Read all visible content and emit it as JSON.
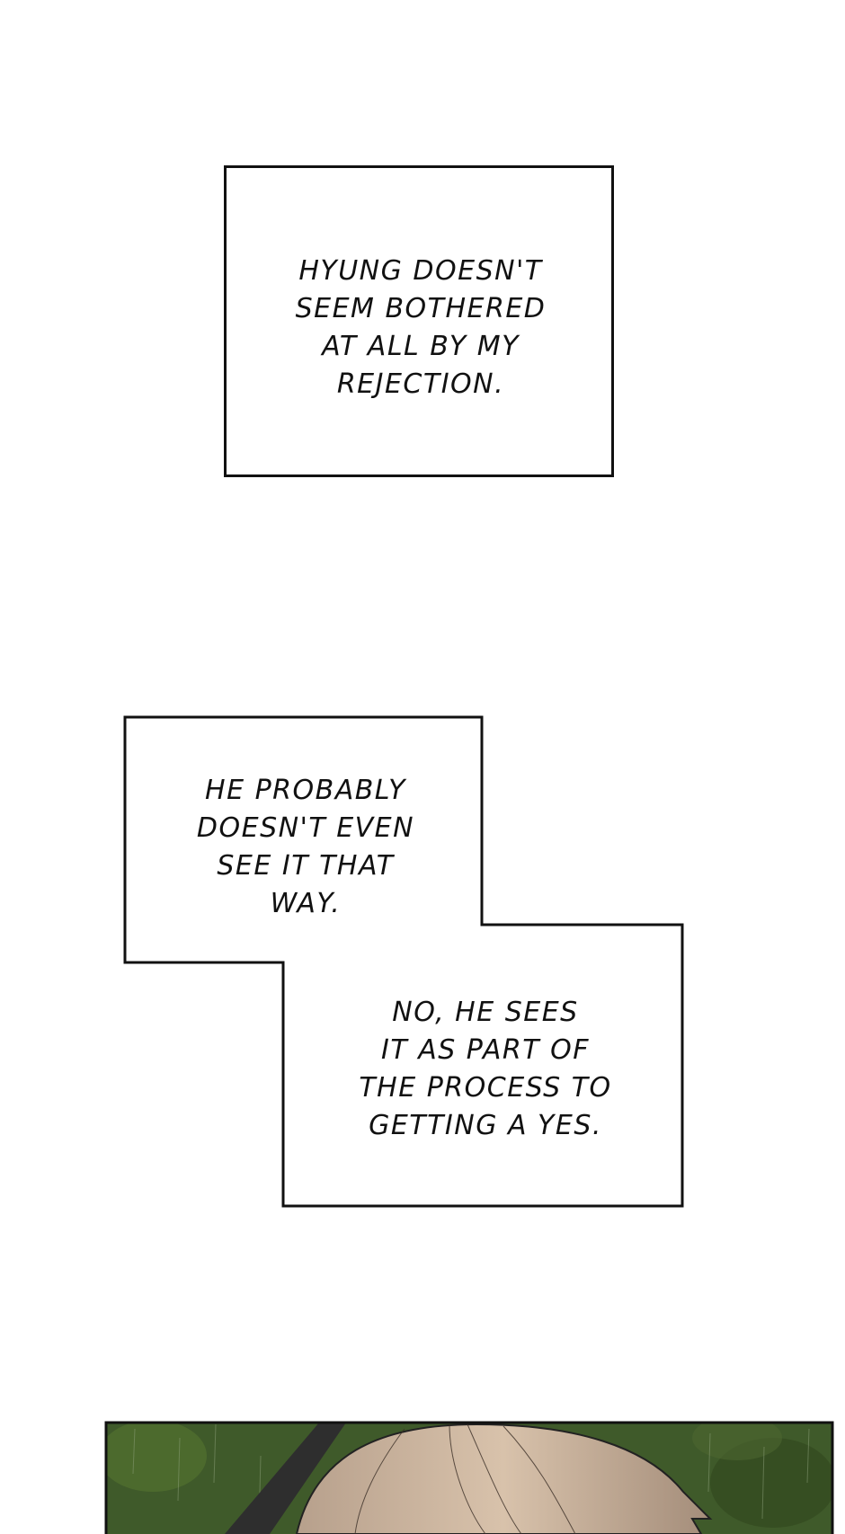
{
  "captions": {
    "first": [
      "HYUNG DOESN'T",
      "SEEM BOTHERED",
      "AT ALL BY MY",
      "REJECTION."
    ],
    "second": [
      "HE PROBABLY",
      "DOESN'T EVEN",
      "SEE IT THAT",
      "WAY."
    ],
    "third": [
      "NO, HE SEES",
      "IT AS PART OF",
      "THE PROCESS TO",
      "GETTING A YES."
    ]
  },
  "colors": {
    "border": "#111111",
    "foliage": "#3f5a2a",
    "hair": "#a08a78",
    "hair_highlight": "#e6d2bd",
    "umbrella": "#2e2e2e"
  }
}
